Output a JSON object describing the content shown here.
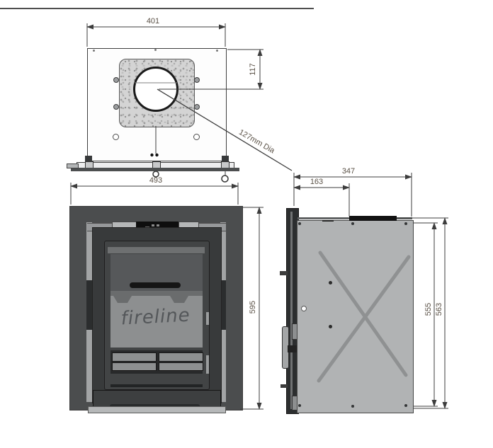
{
  "top_view": {
    "width": "401",
    "flue_center_offset": "117",
    "flue_note": "127mm Dia"
  },
  "front_view": {
    "width": "493",
    "height": "595",
    "logo": "fireline"
  },
  "side_view": {
    "depth": "347",
    "flue_offset": "163",
    "height_inner": "555",
    "height_outer": "563"
  },
  "colors": {
    "fascia": "#4b4d4e",
    "stove_body": "#383a3b",
    "glass": "#8d8f90",
    "side_panel": "#b1b3b4",
    "trim": "#a2a4a5",
    "dimension_text": "#5a5146",
    "line": "#3d3d3d"
  }
}
